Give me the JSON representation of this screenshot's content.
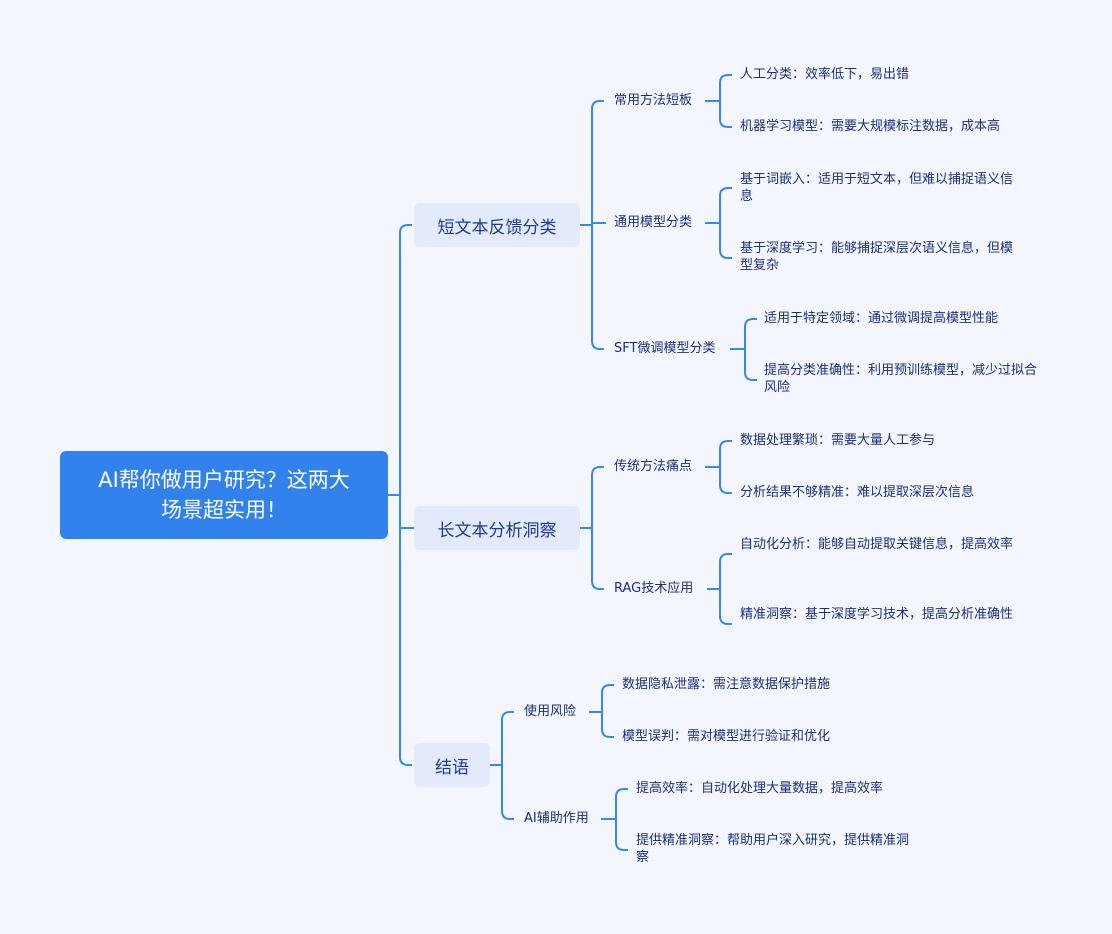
{
  "root": {
    "title": "AI帮你做用户研究？这两大场景超实用！"
  },
  "branches": [
    {
      "label": "短文本反馈分类",
      "children": [
        {
          "label": "常用方法短板",
          "items": [
            "人工分类：效率低下，易出错",
            "机器学习模型：需要大规模标注数据，成本高"
          ]
        },
        {
          "label": "通用模型分类",
          "items": [
            "基于词嵌入：适用于短文本，但难以捕捉语义信息",
            "基于深度学习：能够捕捉深层次语义信息，但模型复杂"
          ]
        },
        {
          "label": "SFT微调模型分类",
          "items": [
            "适用于特定领域：通过微调提高模型性能",
            "提高分类准确性：利用预训练模型，减少过拟合风险"
          ]
        }
      ]
    },
    {
      "label": "长文本分析洞察",
      "children": [
        {
          "label": "传统方法痛点",
          "items": [
            "数据处理繁琐：需要大量人工参与",
            "分析结果不够精准：难以提取深层次信息"
          ]
        },
        {
          "label": "RAG技术应用",
          "items": [
            "自动化分析：能够自动提取关键信息，提高效率",
            "精准洞察：基于深度学习技术，提高分析准确性"
          ]
        }
      ]
    },
    {
      "label": "结语",
      "children": [
        {
          "label": "使用风险",
          "items": [
            "数据隐私泄露：需注意数据保护措施",
            "模型误判：需对模型进行验证和优化"
          ]
        },
        {
          "label": "AI辅助作用",
          "items": [
            "提高效率：自动化处理大量数据，提高效率",
            "提供精准洞察：帮助用户深入研究，提供精准洞察"
          ]
        }
      ]
    }
  ],
  "colors": {
    "background": "#f4f6fd",
    "root": "#3182ec",
    "branch_box": "#e2eafc",
    "line": "#3a86f0",
    "text": "#1b2f7a"
  }
}
